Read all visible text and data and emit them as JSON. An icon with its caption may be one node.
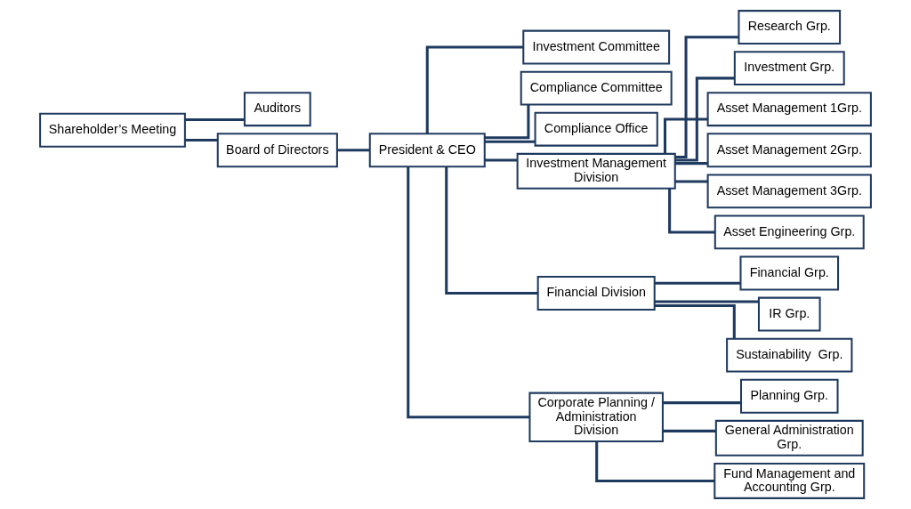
{
  "diagram": {
    "nodes": [
      {
        "text": [
          "Shareholder’s Meeting"
        ]
      },
      {
        "text": [
          "Auditors"
        ]
      },
      {
        "text": [
          "Board of Directors"
        ]
      },
      {
        "text": [
          "President & CEO"
        ]
      },
      {
        "text": [
          "Investment Committee"
        ]
      },
      {
        "text": [
          "Compliance Committee"
        ]
      },
      {
        "text": [
          "Compliance Office"
        ]
      },
      {
        "text": [
          "Investment Management Division"
        ]
      },
      {
        "text": [
          "Financial Division"
        ]
      },
      {
        "text": [
          "Corporate Planning / Administration Division"
        ]
      },
      {
        "text": [
          "Research Grp."
        ]
      },
      {
        "text": [
          "Investment Grp."
        ]
      },
      {
        "text": [
          "Asset Management 1Grp."
        ]
      },
      {
        "text": [
          "Asset Management 2Grp."
        ]
      },
      {
        "text": [
          "Asset Management 3Grp."
        ]
      },
      {
        "text": [
          "Asset Engineering Grp."
        ]
      },
      {
        "text": [
          "Financial Grp."
        ]
      },
      {
        "text": [
          "IR Grp."
        ]
      },
      {
        "text": [
          "Sustainability  Grp."
        ]
      },
      {
        "text": [
          "Planning Grp."
        ]
      },
      {
        "text": [
          "General Administration Grp."
        ]
      },
      {
        "text": [
          "Fund Management and Accounting Grp."
        ]
      }
    ],
    "edges": [
      {
        "from": 0,
        "to": 2,
        "arrow": "none"
      },
      {
        "from": 0,
        "to": 1,
        "arrow": "none"
      },
      {
        "from": 2,
        "to": 3,
        "arrow": "none"
      },
      {
        "from": 3,
        "to": 4,
        "arrow": "none"
      },
      {
        "from": 3,
        "to": 5,
        "arrow": "none"
      },
      {
        "from": 3,
        "to": 6,
        "arrow": "none"
      },
      {
        "from": 3,
        "to": 7,
        "arrow": "none"
      },
      {
        "from": 3,
        "to": 8,
        "arrow": "none"
      },
      {
        "from": 3,
        "to": 9,
        "arrow": "none"
      },
      {
        "from": 7,
        "to": 10,
        "arrow": "none"
      },
      {
        "from": 7,
        "to": 11,
        "arrow": "none"
      },
      {
        "from": 7,
        "to": 12,
        "arrow": "none"
      },
      {
        "from": 7,
        "to": 13,
        "arrow": "none"
      },
      {
        "from": 7,
        "to": 14,
        "arrow": "none"
      },
      {
        "from": 7,
        "to": 15,
        "arrow": "none"
      },
      {
        "from": 8,
        "to": 16,
        "arrow": "none"
      },
      {
        "from": 8,
        "to": 17,
        "arrow": "none"
      },
      {
        "from": 8,
        "to": 18,
        "arrow": "none"
      },
      {
        "from": 9,
        "to": 19,
        "arrow": "none"
      },
      {
        "from": 9,
        "to": 20,
        "arrow": "none"
      },
      {
        "from": 9,
        "to": 21,
        "arrow": "none"
      }
    ]
  }
}
